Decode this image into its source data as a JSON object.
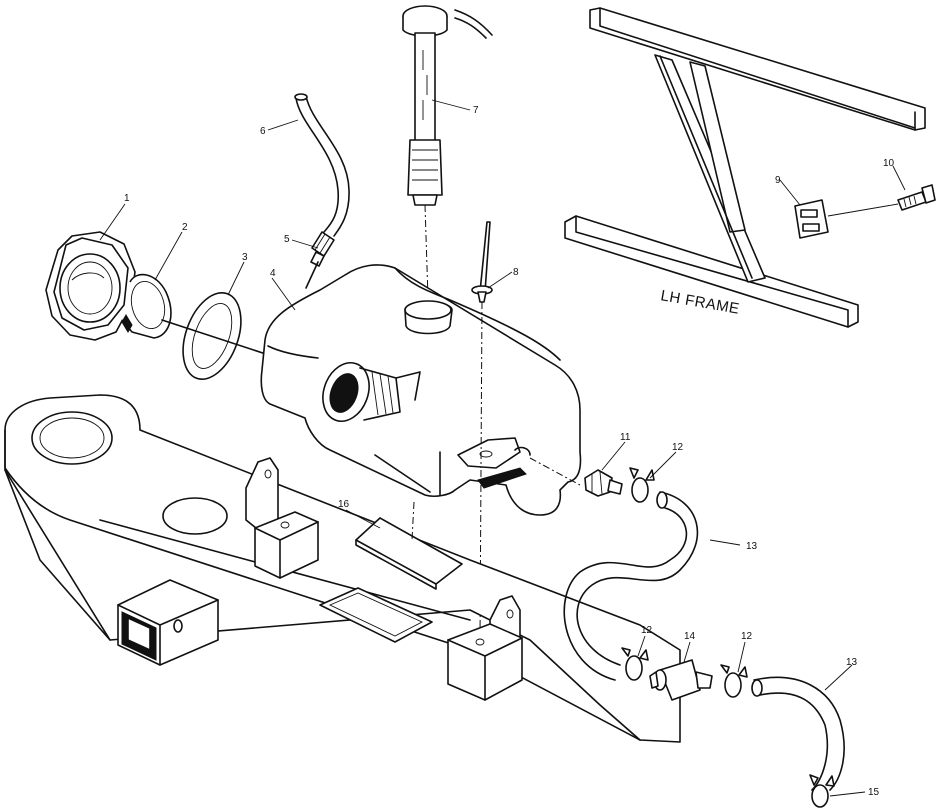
{
  "diagram": {
    "frame_label": "LH FRAME",
    "callouts": [
      "1",
      "2",
      "3",
      "4",
      "5",
      "6",
      "7",
      "8",
      "9",
      "10",
      "11",
      "12",
      "13",
      "12",
      "14",
      "12",
      "13",
      "15",
      "16"
    ]
  }
}
